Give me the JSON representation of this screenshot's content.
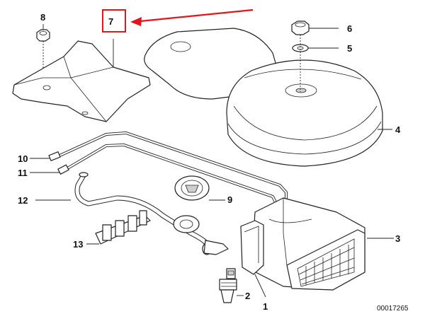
{
  "labels": {
    "l1": "1",
    "l2": "2",
    "l3": "3",
    "l4": "4",
    "l5": "5",
    "l6": "6",
    "l7": "7",
    "l8": "8",
    "l9": "9",
    "l10": "10",
    "l11": "11",
    "l12": "12",
    "l13": "13"
  },
  "diagram_code": "00017265",
  "colors": {
    "highlight": "#e3141b",
    "line": "#222222"
  }
}
